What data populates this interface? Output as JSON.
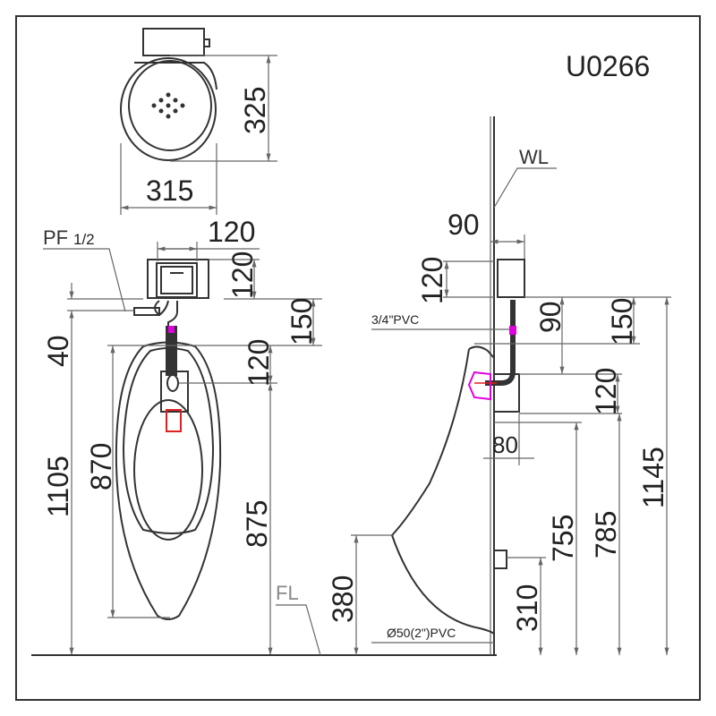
{
  "model": "U0266",
  "top_view": {
    "depth": "325",
    "width": "315"
  },
  "front_view": {
    "supply_label": "PF",
    "supply_sub": "1/2",
    "box_width": "120",
    "box_height": "120",
    "box_to_rim": "150",
    "inlet_offset": "40",
    "rim_to_spud": "120",
    "total_height": "1105",
    "bowl_height": "870",
    "spud_height": "875",
    "floor_label": "FL"
  },
  "side_view": {
    "wall_label": "WL",
    "box_depth": "90",
    "box_height": "120",
    "pipe_label": "3/4\"PVC",
    "box_to_spud": "90",
    "box_to_rim": "150",
    "spud_height": "120",
    "projection": "80",
    "total": "1145",
    "h785": "785",
    "h755": "755",
    "outlet_height": "310",
    "rim_height": "380",
    "outlet_label": "Ø50(2\")PVC"
  },
  "colors": {
    "accent": "#e000e0",
    "valve": "#e02020",
    "line": "#333333"
  }
}
